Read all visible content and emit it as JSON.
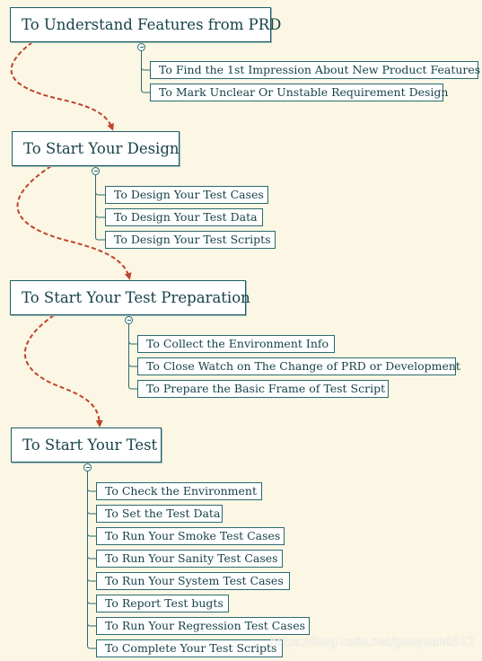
{
  "sections": [
    {
      "title": "To Understand Features from PRD",
      "items": [
        "To Find the 1st Impression About New Product Features",
        "To Mark Unclear Or Unstable Requirement Design"
      ]
    },
    {
      "title": "To Start Your Design",
      "items": [
        "To Design Your Test Cases",
        "To Design Your Test Data",
        "To Design Your Test Scripts"
      ]
    },
    {
      "title": "To Start Your Test Preparation",
      "items": [
        "To Collect the Environment Info",
        "To Close Watch on The Change of PRD or Development",
        "To Prepare the  Basic Frame of  Test Script"
      ]
    },
    {
      "title": "To Start Your Test",
      "items": [
        "To Check the Environment",
        "To Set the Test Data",
        "To Run Your Smoke Test Cases",
        "To Run Your Sanity Test Cases",
        "To Run Your System  Test Cases",
        "To Report Test bugts",
        "To Run Your Regression  Test Cases",
        "To Complete Your Test Scripts"
      ]
    }
  ],
  "watermark": "https://blog.csdn.net/gaoyuan0512",
  "colors": {
    "background": "#fbf7e4",
    "node_border": "#1f5d63",
    "connector": "#2a6a6f",
    "flow_arrow": "#c0432b"
  },
  "icons": {
    "collapse": "minus-circle-icon",
    "flow": "dashed-curved-arrow"
  }
}
